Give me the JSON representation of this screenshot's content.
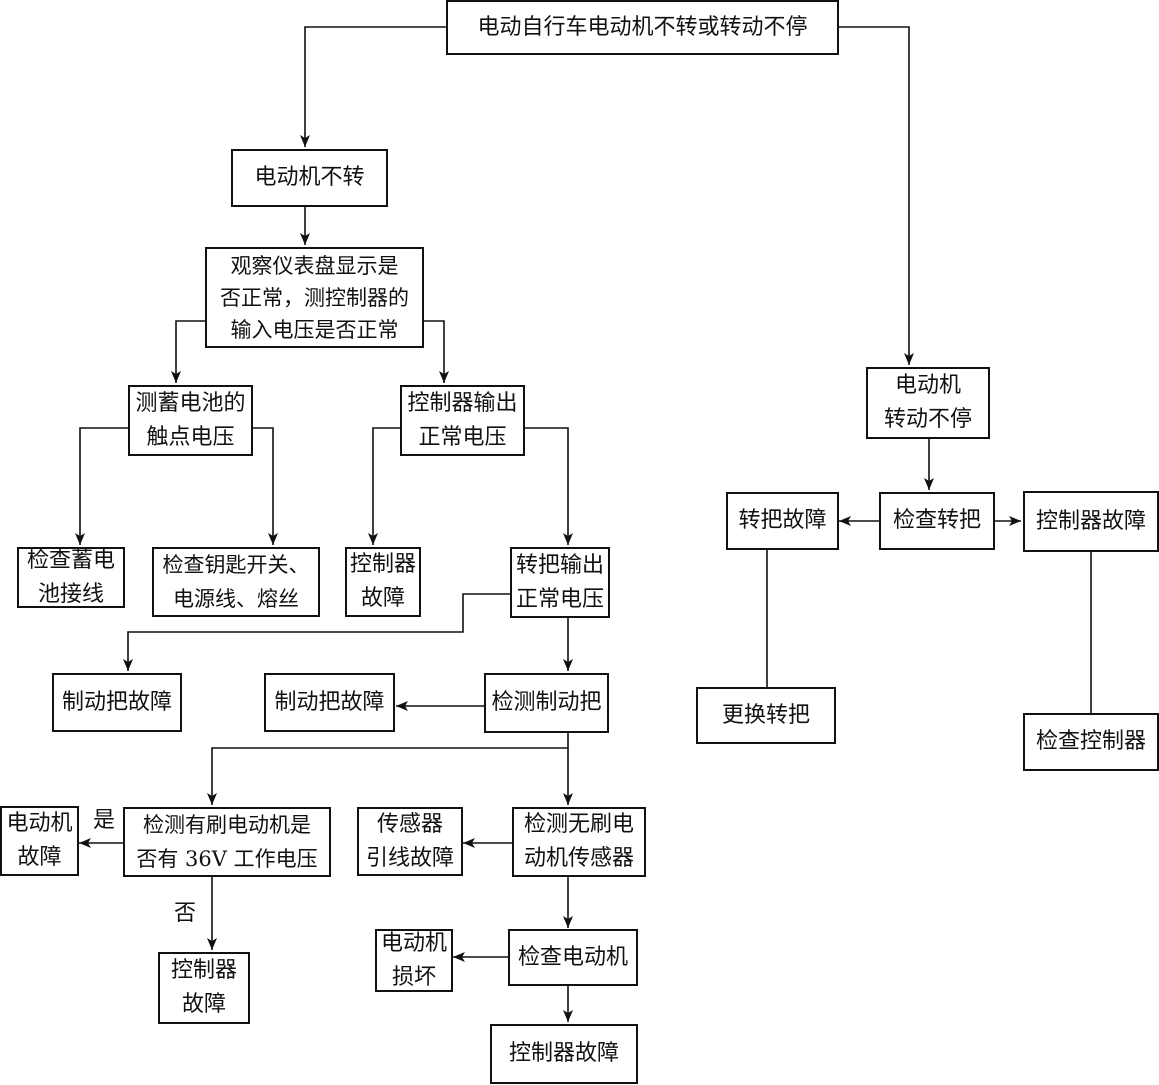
{
  "nodes": {
    "root": "电动自行车电动机不转或转动不停",
    "not_turning": "电动机不转",
    "observe": "观察仪表盘显示是\n否正常，测控制器的\n输入电压是否正常",
    "battery_voltage": "测蓄电池的\n触点电压",
    "ctrl_output_normal": "控制器输出\n正常电压",
    "check_battery_wiring": "检查蓄电\n池接线",
    "check_key_switch": "检查钥匙开关、\n电源线、熔丝",
    "ctrl_fault_1": "控制器\n故障",
    "throttle_output_normal": "转把输出\n正常电压",
    "brake_fault_1": "制动把故障",
    "brake_fault_2": "制动把故障",
    "check_brake": "检测制动把",
    "motor_fault": "电动机\n故障",
    "check_brushed": "检测有刷电动机是\n否有 36V 工作电压",
    "sensor_wire_fault": "传感器\n引线故障",
    "check_brushless_sensor": "检测无刷电\n动机传感器",
    "ctrl_fault_2": "控制器\n故障",
    "motor_damaged": "电动机\n损坏",
    "check_motor": "检查电动机",
    "ctrl_fault_3": "控制器故障",
    "keeps_turning": "电动机\n转动不停",
    "check_throttle": "检查转把",
    "throttle_fault": "转把故障",
    "ctrl_fault_4": "控制器故障",
    "replace_throttle": "更换转把",
    "check_controller": "检查控制器"
  },
  "edge_labels": {
    "yes": "是",
    "no": "否"
  },
  "colors": {
    "line": "#111111",
    "background": "#ffffff"
  }
}
